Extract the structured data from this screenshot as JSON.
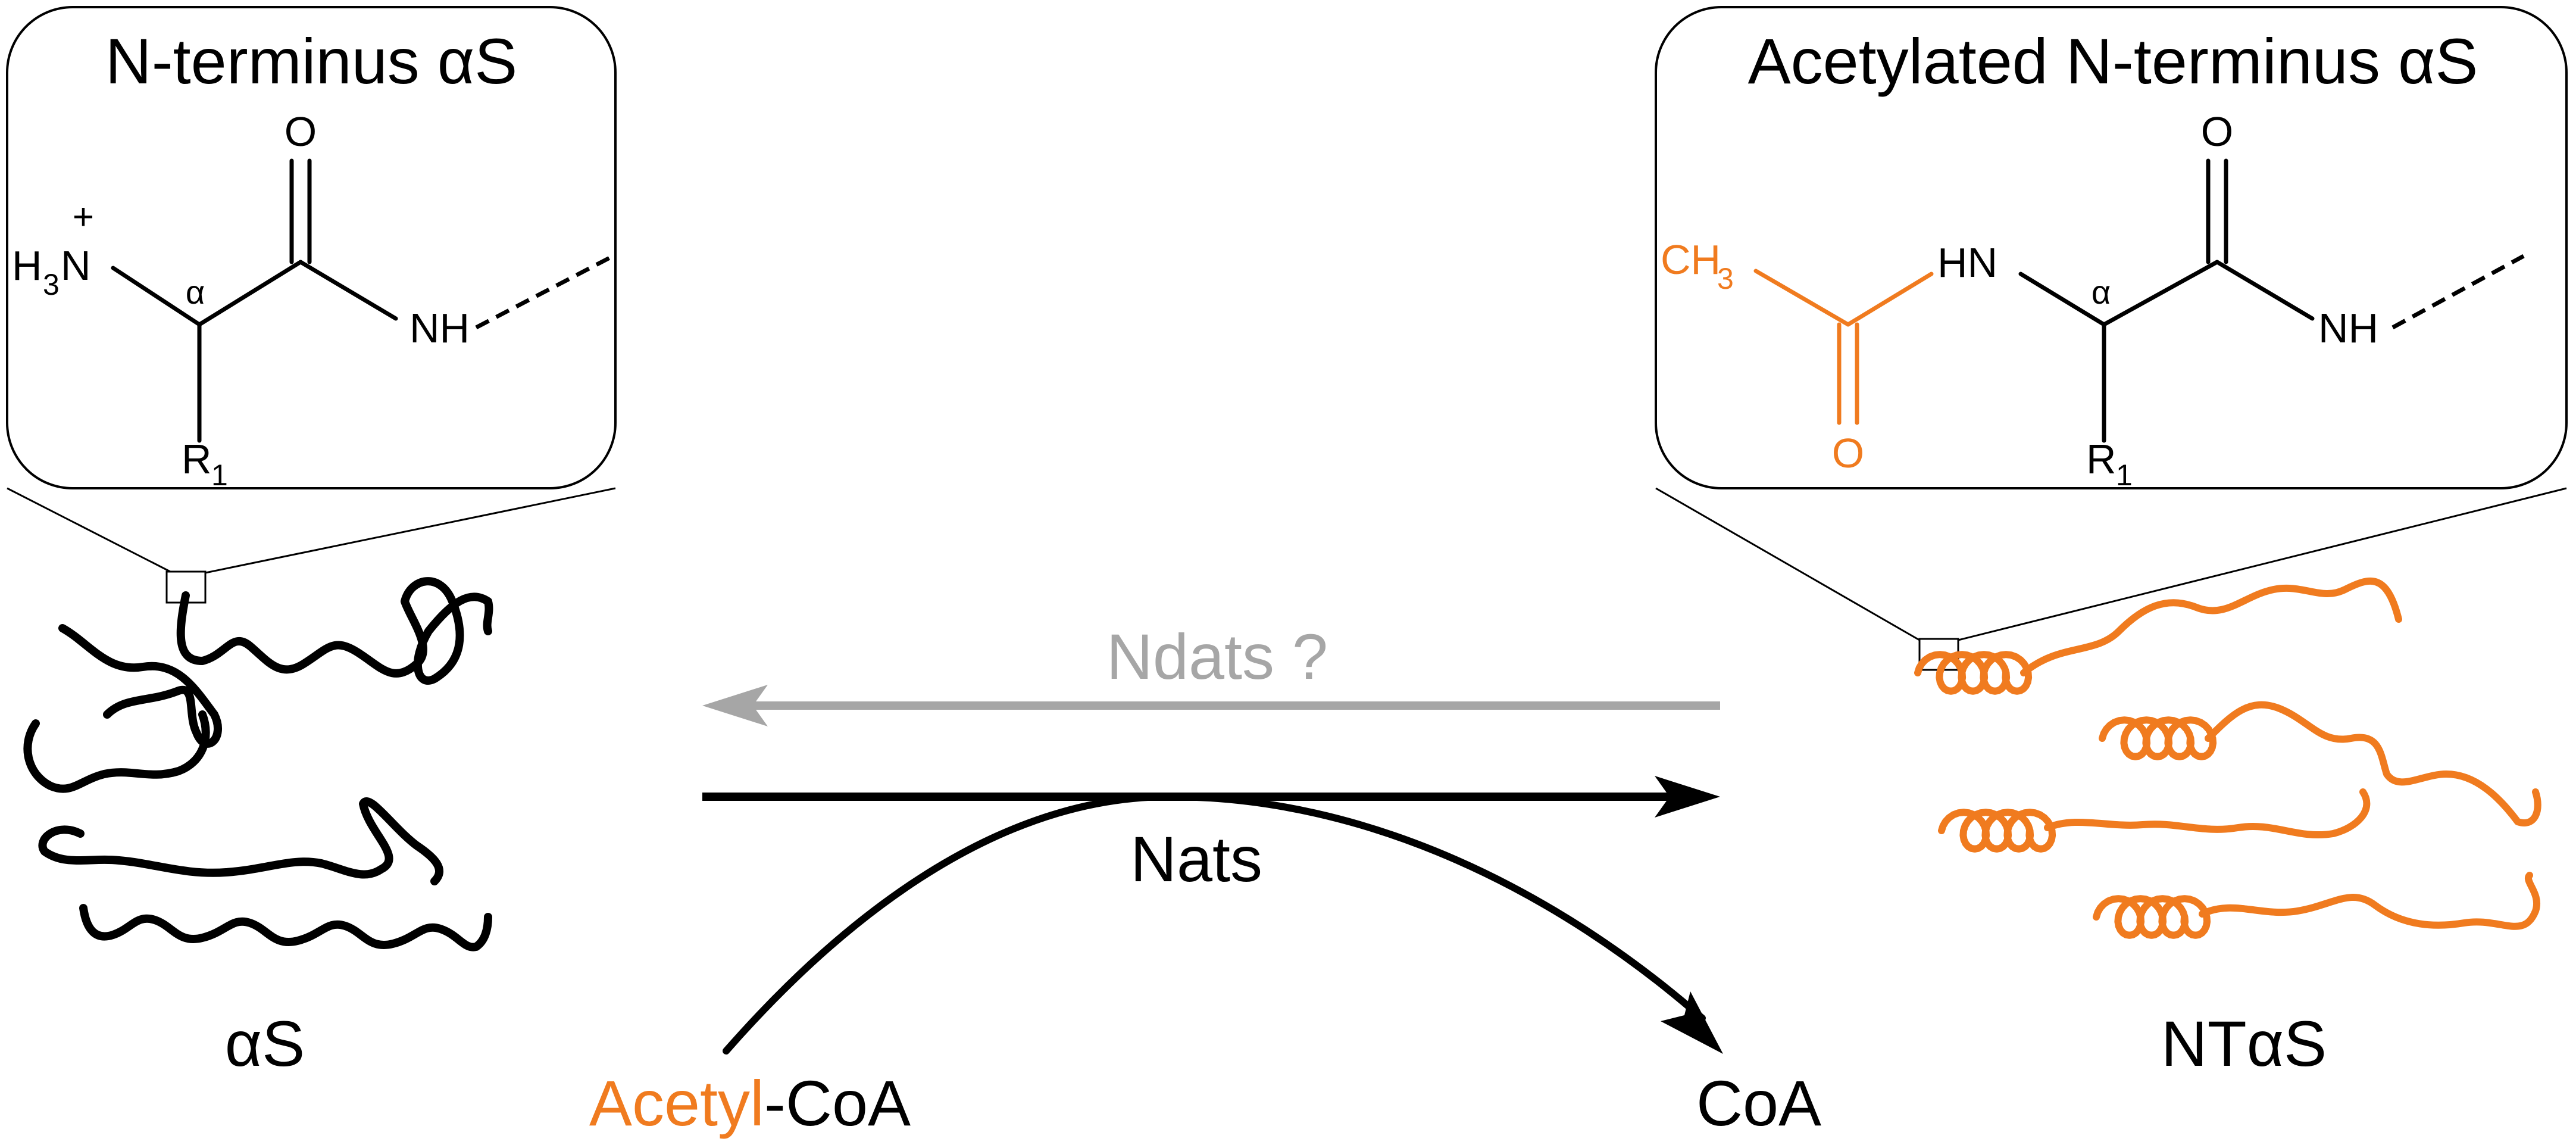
{
  "colors": {
    "ink": "#000000",
    "accent": "#f07b1f",
    "muted": "#a6a6a6",
    "background": "#ffffff"
  },
  "left_panel": {
    "title": "N-terminus αS",
    "atoms": {
      "amine_h": "H",
      "amine_sub": "3",
      "amine_n": "N",
      "charge": "+",
      "alpha": "α",
      "carbonyl_o": "O",
      "nh": "NH",
      "r": "R",
      "r_sub": "1"
    }
  },
  "right_panel": {
    "title": "Acetylated N-terminus αS",
    "atoms": {
      "methyl_ch": "CH",
      "methyl_sub": "3",
      "acetyl_o": "O",
      "hn": "HN",
      "alpha": "α",
      "carbonyl_o": "O",
      "nh": "NH",
      "r": "R",
      "r_sub": "1"
    }
  },
  "reaction": {
    "reverse_label": "Ndats ?",
    "forward_label": "Nats",
    "substrate_prefix": "Acetyl",
    "substrate_suffix": "-CoA",
    "product": "CoA"
  },
  "species": {
    "left_label": "αS",
    "right_label": "NTαS"
  }
}
